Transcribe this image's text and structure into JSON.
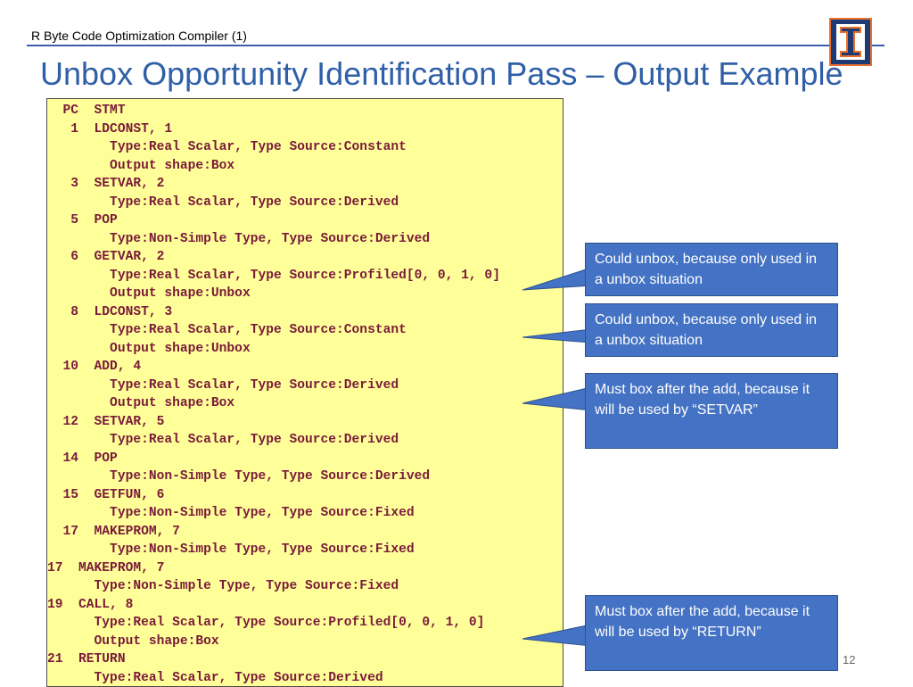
{
  "header": {
    "subtitle": "R Byte Code Optimization Compiler (1)",
    "title": "Unbox Opportunity Identification Pass – Output Example"
  },
  "code_lines": [
    "  PC  STMT",
    "   1  LDCONST, 1",
    "        Type:Real Scalar, Type Source:Constant",
    "        Output shape:Box",
    "   3  SETVAR, 2",
    "        Type:Real Scalar, Type Source:Derived",
    "   5  POP",
    "        Type:Non-Simple Type, Type Source:Derived",
    "   6  GETVAR, 2",
    "        Type:Real Scalar, Type Source:Profiled[0, 0, 1, 0]",
    "        Output shape:Unbox",
    "   8  LDCONST, 3",
    "        Type:Real Scalar, Type Source:Constant",
    "        Output shape:Unbox",
    "  10  ADD, 4",
    "        Type:Real Scalar, Type Source:Derived",
    "        Output shape:Box",
    "  12  SETVAR, 5",
    "        Type:Real Scalar, Type Source:Derived",
    "  14  POP",
    "        Type:Non-Simple Type, Type Source:Derived",
    "  15  GETFUN, 6",
    "        Type:Non-Simple Type, Type Source:Fixed",
    "  17  MAKEPROM, 7",
    "        Type:Non-Simple Type, Type Source:Fixed",
    "17  MAKEPROM, 7",
    "      Type:Non-Simple Type, Type Source:Fixed",
    "19  CALL, 8",
    "      Type:Real Scalar, Type Source:Profiled[0, 0, 1, 0]",
    "      Output shape:Box",
    "21  RETURN",
    "      Type:Real Scalar, Type Source:Derived"
  ],
  "callouts": [
    "Could unbox, because only used in a unbox situation",
    "Could unbox, because only used in a unbox situation",
    "Must box after the add, because it will be used by “SETVAR”",
    "Must box after the add, because it will be used by “RETURN”"
  ],
  "page_number": "12",
  "colors": {
    "title": "#2f5fa7",
    "code_background": "#ffff99",
    "code_text": "#7a1a3a",
    "callout_fill": "#4472c4",
    "logo_blue": "#1f3a73",
    "logo_orange": "#e8702a"
  },
  "icons": {
    "logo": "illinois-block-i-logo"
  }
}
